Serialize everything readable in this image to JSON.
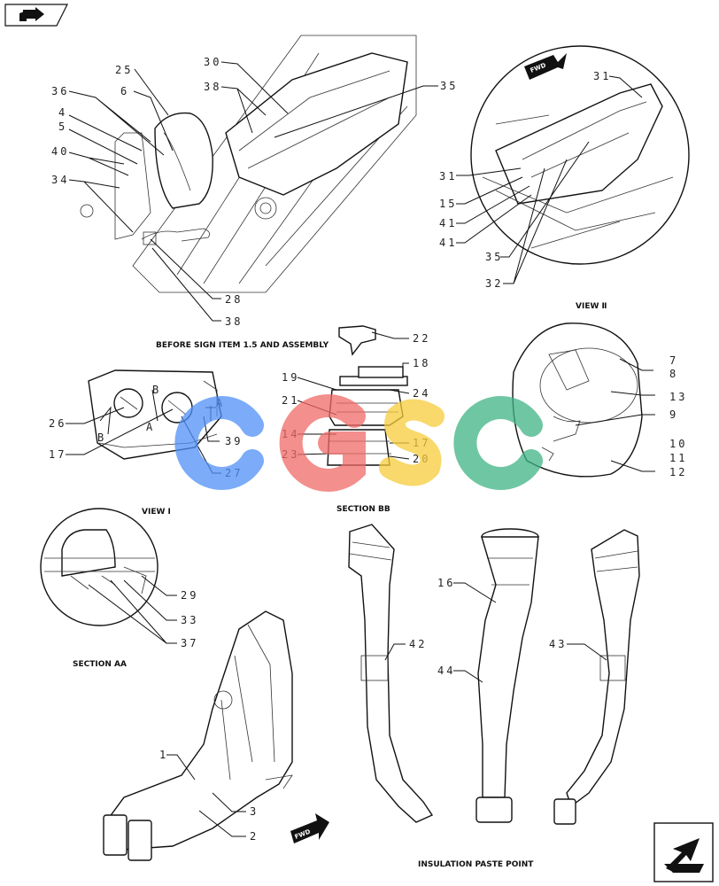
{
  "nav": {
    "back_icon": "arrow-right-icon",
    "next_icon": "arrow-left-icon"
  },
  "captions": {
    "before_sign": "BEFORE SIGN ITEM 1.5 AND ASSEMBLY",
    "view_ii": "VIEW Ⅱ",
    "view_i": "VIEW Ⅰ",
    "section_bb": "SECTION BB",
    "section_aa": "SECTION AA",
    "insulation": "INSULATION PASTE POINT",
    "fwd": "FWD"
  },
  "section_letters": {
    "a1": "A",
    "a2": "A",
    "b1": "B",
    "b2": "B"
  },
  "watermark": {
    "text": "CGSC",
    "colors": [
      "#4f8ff7",
      "#f06a66",
      "#f8cc3c",
      "#3fb385"
    ]
  },
  "callouts": {
    "c25": "25",
    "c36": "36",
    "c6": "6",
    "c4": "4",
    "c5": "5",
    "c40": "40",
    "c34": "34",
    "c30": "30",
    "c38a": "38",
    "c35a": "35",
    "c28": "28",
    "c38b": "38",
    "c31a": "31",
    "c31b": "31",
    "c15": "15",
    "c41a": "41",
    "c41b": "41",
    "c35b": "35",
    "c32": "32",
    "c22": "22",
    "c18": "18",
    "c19": "19",
    "c24": "24",
    "c21": "21",
    "c14": "14",
    "c17b": "17",
    "c23": "23",
    "c20": "20",
    "c7": "7",
    "c8": "8",
    "c13": "13",
    "c9": "9",
    "c10": "10",
    "c11": "11",
    "c12": "12",
    "c26": "26",
    "c17a": "17",
    "c39": "39",
    "c27": "27",
    "c29": "29",
    "c33": "33",
    "c37": "37",
    "c16": "16",
    "c42": "42",
    "c44": "44",
    "c43": "43",
    "c1": "1",
    "c3": "3",
    "c2": "2"
  }
}
